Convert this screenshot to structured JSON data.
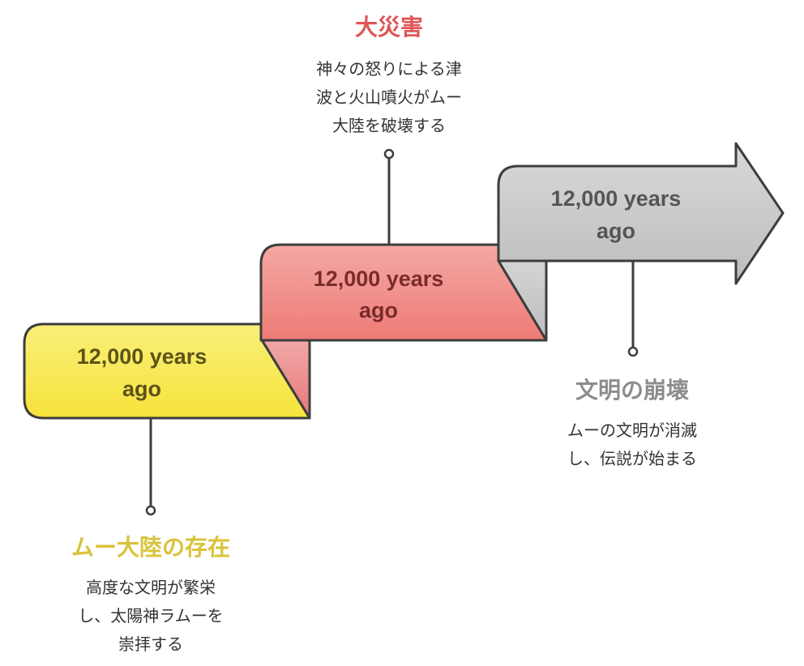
{
  "colors": {
    "stroke": "#3d3d3d",
    "yellow_title": "#d9c33a",
    "red_title": "#e05555",
    "gray_title": "#8c8c8c",
    "step_text_yellow": "#5c5318",
    "step_text_red": "#7a2c2c",
    "step_text_gray": "#555555"
  },
  "steps": [
    {
      "label_line1": "12,000 years",
      "label_line2": "ago",
      "title": "ムー大陸の存在",
      "desc_line1": "高度な文明が繁栄",
      "desc_line2": "し、太陽神ラムーを",
      "desc_line3": "崇拝する"
    },
    {
      "label_line1": "12,000 years",
      "label_line2": "ago",
      "title": "大災害",
      "desc_line1": "神々の怒りによる津",
      "desc_line2": "波と火山噴火がムー",
      "desc_line3": "大陸を破壊する"
    },
    {
      "label_line1": "12,000 years",
      "label_line2": "ago",
      "title": "文明の崩壊",
      "desc_line1": "ムーの文明が消滅",
      "desc_line2": "し、伝説が始まる"
    }
  ]
}
